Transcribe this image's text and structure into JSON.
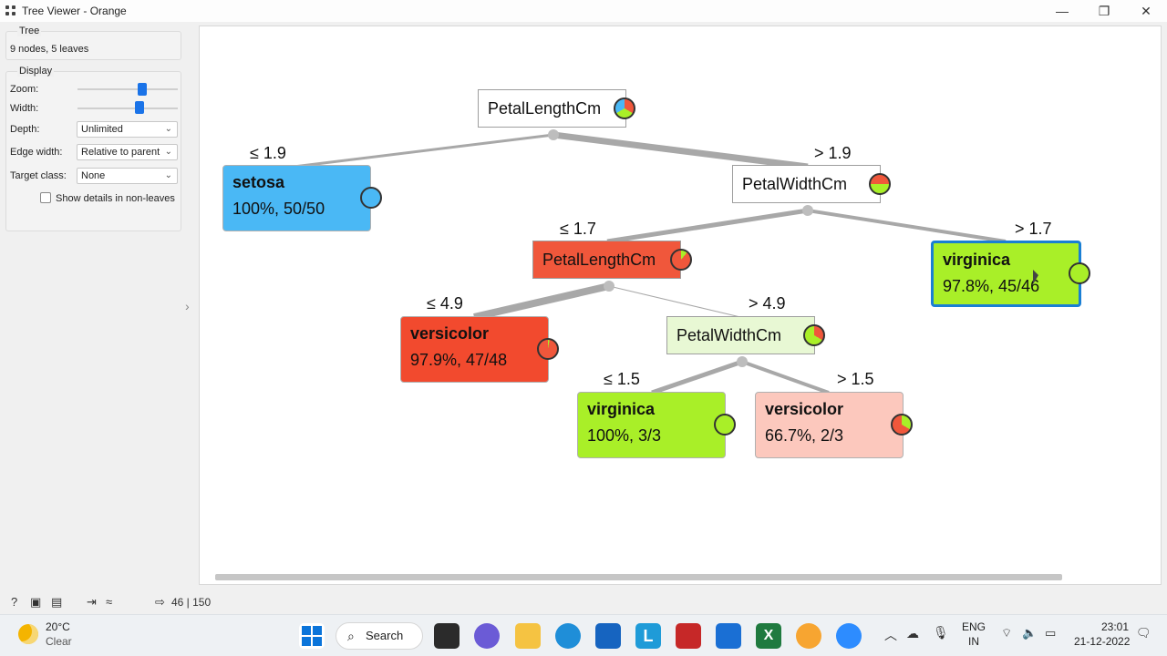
{
  "window": {
    "title": "Tree Viewer - Orange"
  },
  "tree_info": {
    "group_title": "Tree",
    "summary": "9 nodes, 5 leaves"
  },
  "display": {
    "group_title": "Display",
    "zoom_label": "Zoom:",
    "width_label": "Width:",
    "depth_label": "Depth:",
    "depth_value": "Unlimited",
    "edge_width_label": "Edge width:",
    "edge_width_value": "Relative to parent",
    "target_class_label": "Target class:",
    "target_class_value": "None",
    "show_details_label": "Show details in non-leaves",
    "show_details_checked": false
  },
  "tree": {
    "root": {
      "label": "PetalLengthCm"
    },
    "n_left_label": "≤ 1.9",
    "n_right_label": "> 1.9",
    "setosa": {
      "class": "setosa",
      "stats": "100%, 50/50",
      "color": "#4ab8f5"
    },
    "petalwidth1": {
      "label": "PetalWidthCm"
    },
    "le17_label": "≤ 1.7",
    "gt17_label": "> 1.7",
    "petallength2": {
      "label": "PetalLengthCm",
      "color": "#f0573b"
    },
    "virginica1": {
      "class": "virginica",
      "stats": "97.8%, 45/46",
      "color": "#a9ef28"
    },
    "le49_label": "≤ 4.9",
    "gt49_label": "> 4.9",
    "versicolor1": {
      "class": "versicolor",
      "stats": "97.9%, 47/48",
      "color": "#f24a2e"
    },
    "petalwidth2": {
      "label": "PetalWidthCm",
      "color": "#e8f8d4"
    },
    "le15_label": "≤ 1.5",
    "gt15_label": "> 1.5",
    "virginica2": {
      "class": "virginica",
      "stats": "100%, 3/3",
      "color": "#a9ef28"
    },
    "versicolor2": {
      "class": "versicolor",
      "stats": "66.7%, 2/3",
      "color": "#fcc8bd"
    }
  },
  "statusbar": {
    "count": "46 | 150"
  },
  "taskbar": {
    "weather_temp": "20°C",
    "weather_desc": "Clear",
    "search_label": "Search",
    "lang_top": "ENG",
    "lang_bottom": "IN",
    "time": "23:01",
    "date": "21-12-2022"
  }
}
